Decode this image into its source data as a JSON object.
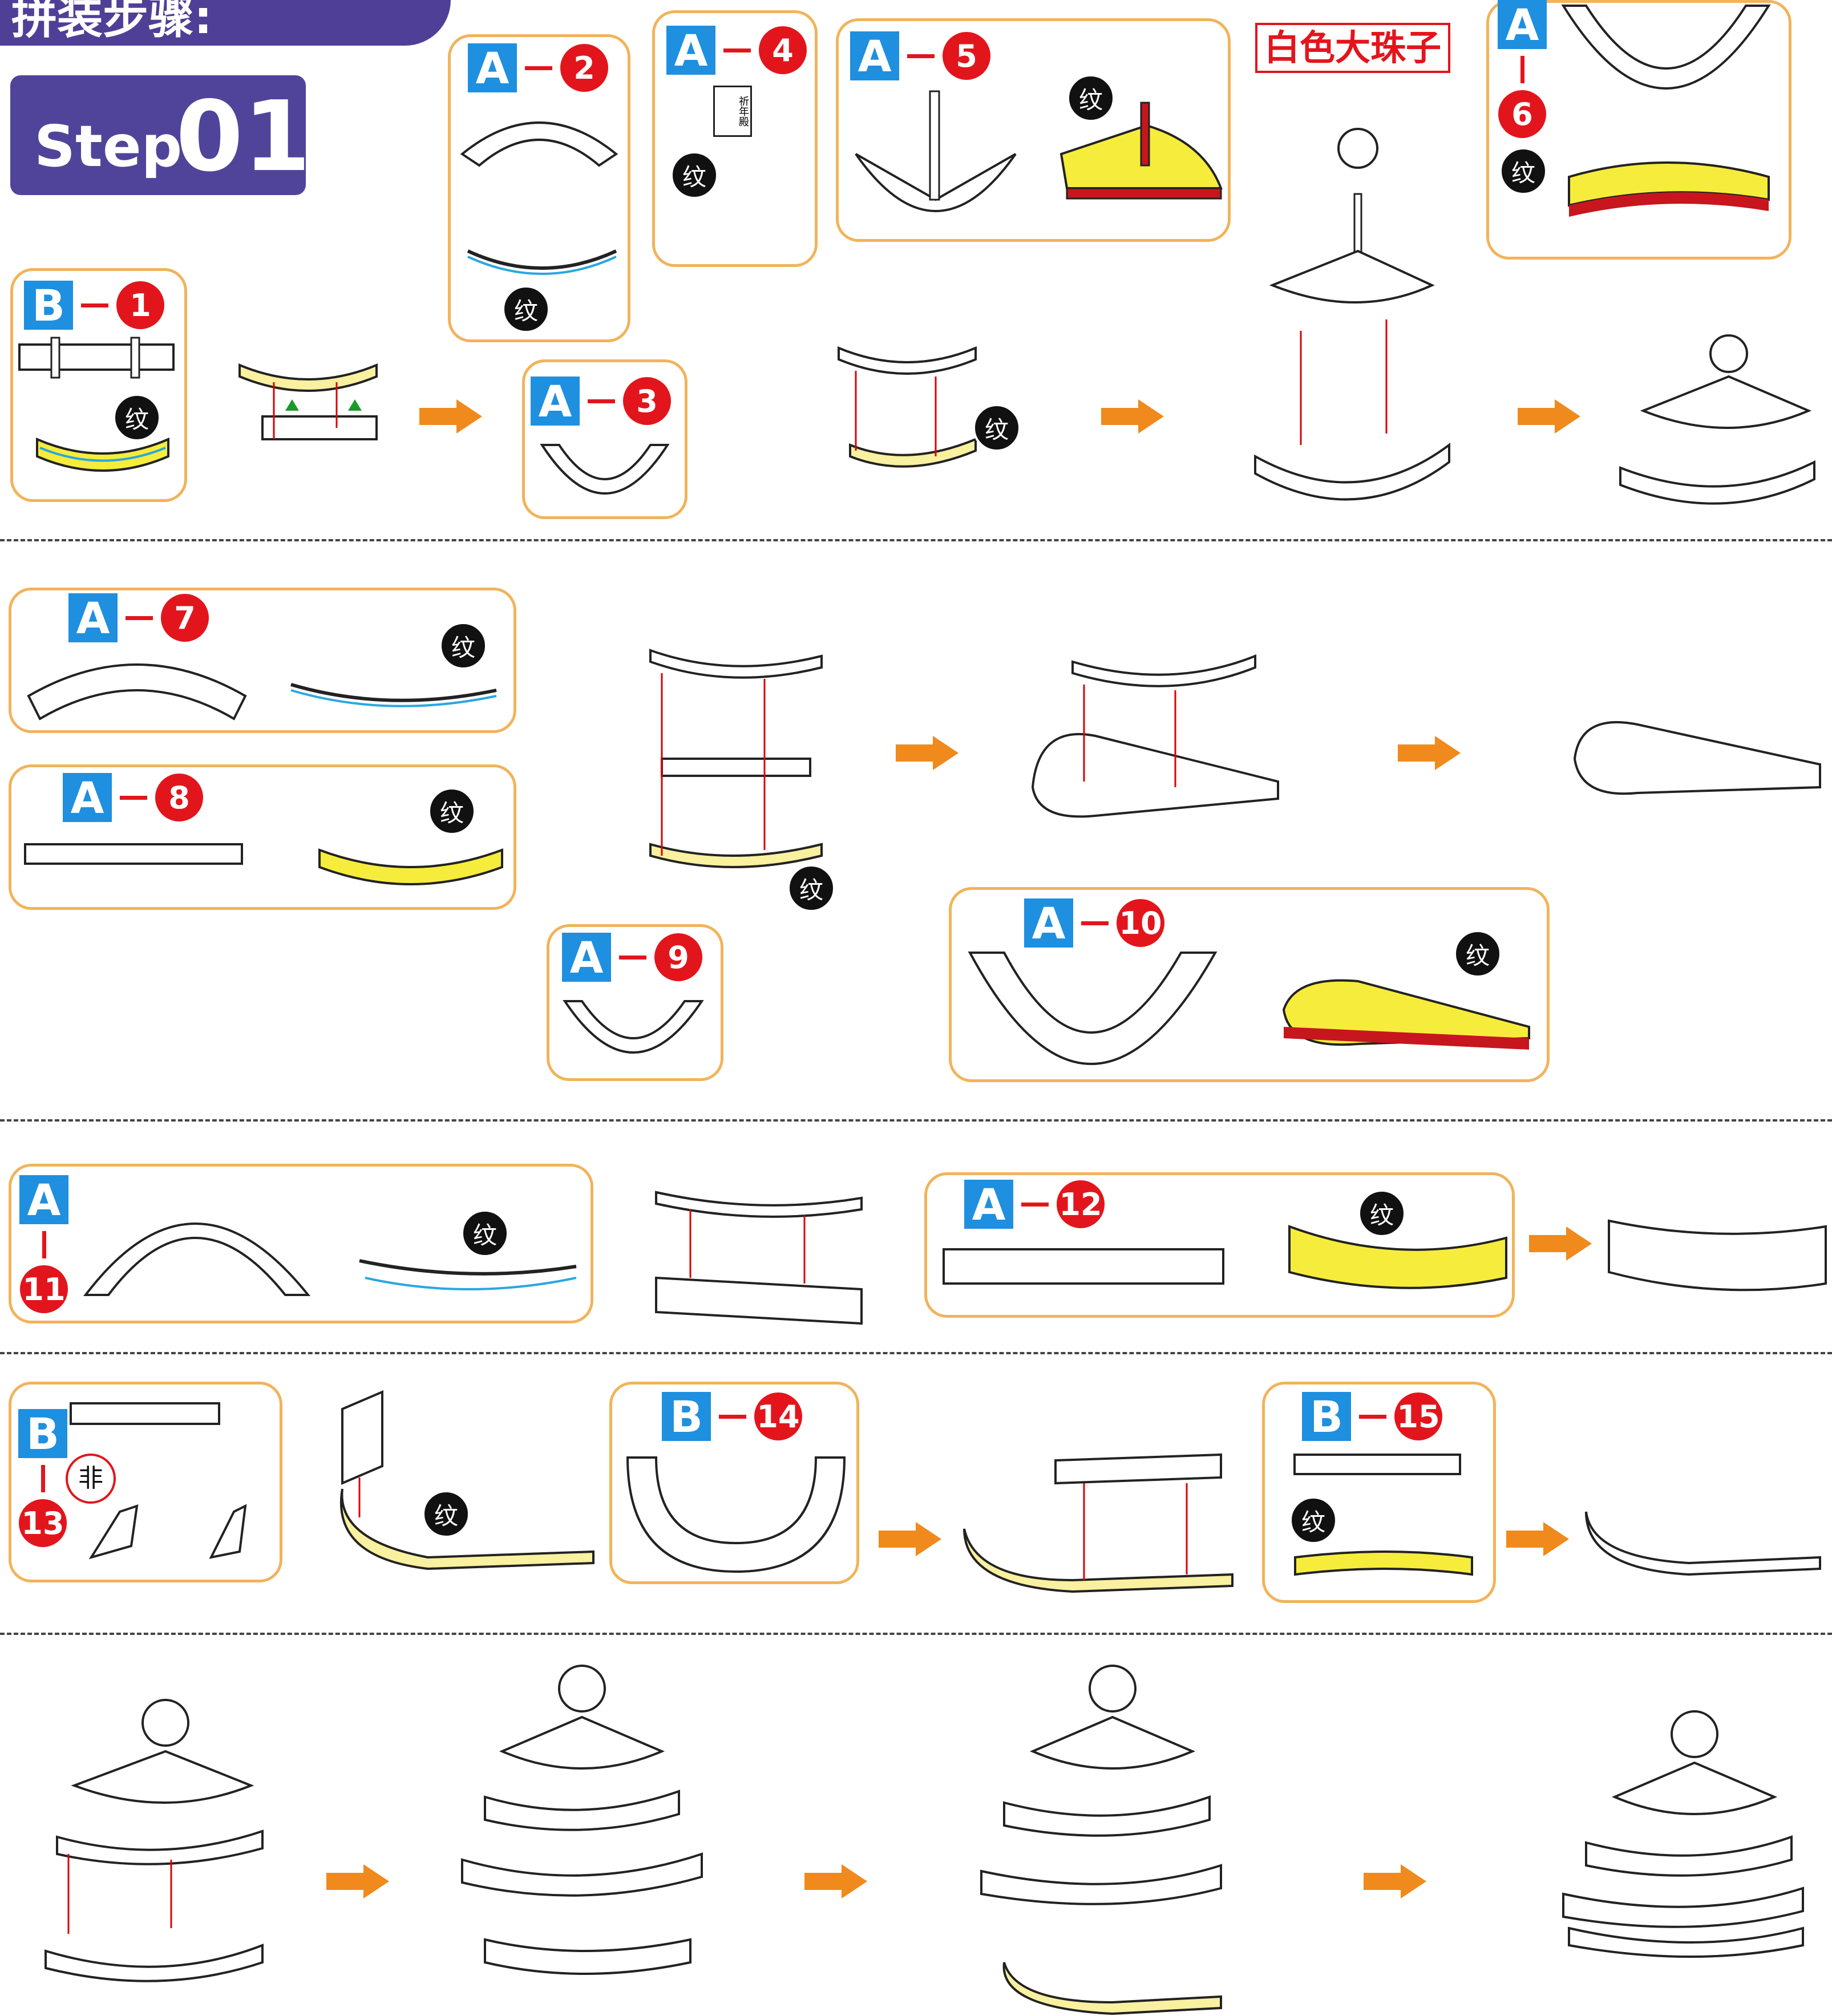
{
  "header": {
    "title": "拼装步骤:",
    "step_word": "Step",
    "step_number": "01"
  },
  "texture_mark": "纹",
  "white_bead_label": "白色大珠子",
  "non_mark": "非",
  "labels": {
    "b1": {
      "letter": "B",
      "number": "1"
    },
    "a2": {
      "letter": "A",
      "number": "2"
    },
    "a3": {
      "letter": "A",
      "number": "3"
    },
    "a4": {
      "letter": "A",
      "number": "4"
    },
    "a5": {
      "letter": "A",
      "number": "5"
    },
    "a6": {
      "letter": "A",
      "number": "6"
    },
    "a7": {
      "letter": "A",
      "number": "7"
    },
    "a8": {
      "letter": "A",
      "number": "8"
    },
    "a9": {
      "letter": "A",
      "number": "9"
    },
    "a10": {
      "letter": "A",
      "number": "10"
    },
    "a11": {
      "letter": "A",
      "number": "11"
    },
    "a12": {
      "letter": "A",
      "number": "12"
    },
    "b13": {
      "letter": "B",
      "number": "13"
    },
    "b14": {
      "letter": "B",
      "number": "14"
    },
    "b15": {
      "letter": "B",
      "number": "15"
    }
  },
  "plaque_text": "祈年殿",
  "colors": {
    "accent": "#f2b35a",
    "arrow": "#f08a1c",
    "label_blue": "#1f8fe0",
    "label_red": "#e3151c",
    "step_purple": "#50449a",
    "part_yellow": "#f6ec3c"
  }
}
